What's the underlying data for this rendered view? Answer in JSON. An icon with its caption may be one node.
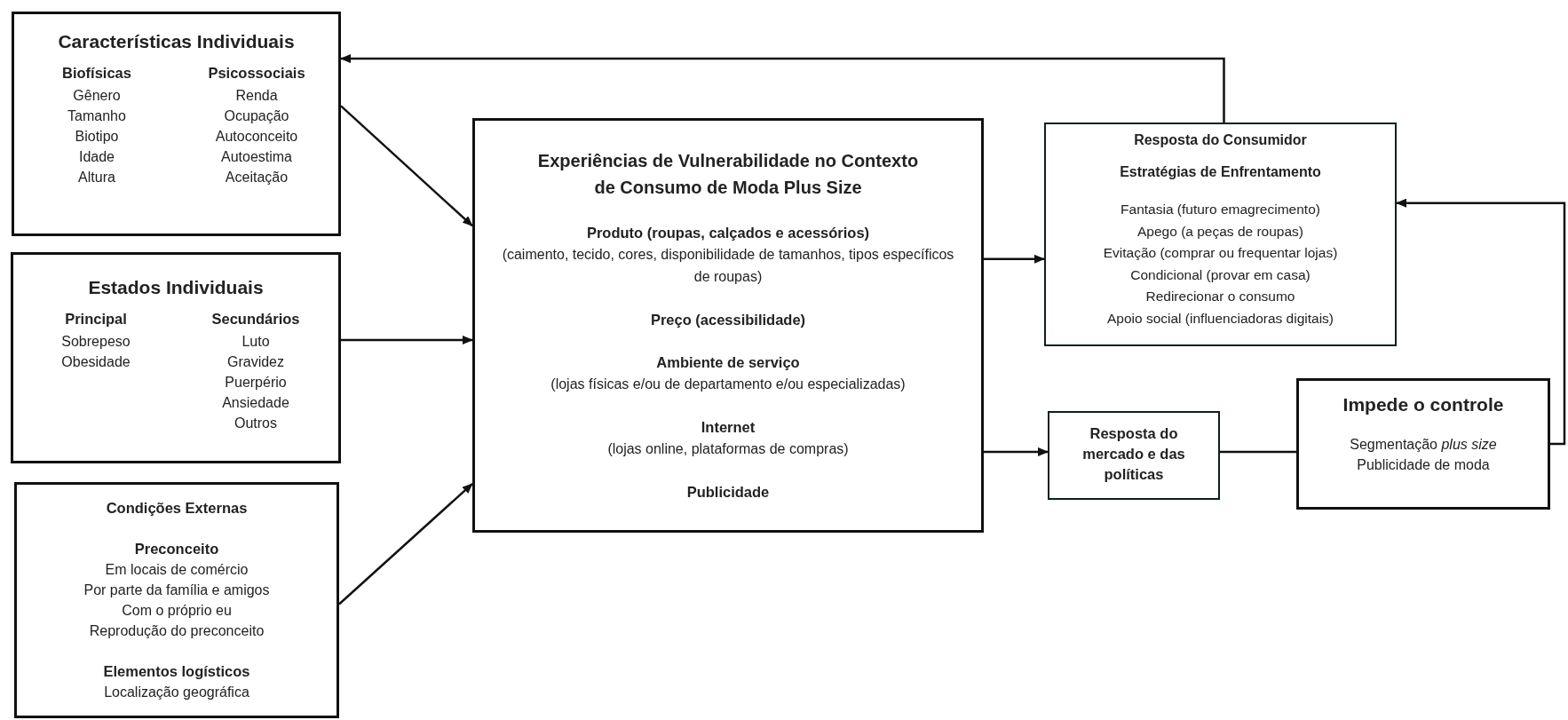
{
  "diagram": {
    "nodes": [
      {
        "text": [
          "Características Individuais",
          "Biofísicas",
          "Gênero",
          "Tamanho",
          "Biotipo",
          "Idade",
          "Altura",
          "Psicossociais",
          "Renda",
          "Ocupação",
          "Autoconceito",
          "Autoestima",
          "Aceitação"
        ]
      },
      {
        "text": [
          "Estados Individuais",
          "Principal",
          "Sobrepeso",
          "Obesidade",
          "Secundários",
          "Luto",
          "Gravidez",
          "Puerpério",
          "Ansiedade",
          "Outros"
        ]
      },
      {
        "text": [
          "Condições Externas",
          "Preconceito",
          "Em locais de comércio",
          "Por parte da família e amigos",
          "Com o próprio eu",
          "Reprodução do preconceito",
          "Elementos logísticos",
          "Localização geográfica"
        ]
      },
      {
        "text": [
          "Experiências de Vulnerabilidade no Contexto de Consumo de Moda Plus Size",
          "Produto (roupas, calçados e acessórios)",
          "(caimento, tecido, cores, disponibilidade de tamanhos, tipos específicos de roupas)",
          "Preço (acessibilidade)",
          "Ambiente de serviço",
          "(lojas físicas e/ou de departamento e/ou especializadas)",
          "Internet",
          "(lojas online, plataformas de compras)",
          "Publicidade"
        ]
      },
      {
        "text": [
          "Resposta do Consumidor",
          "Estratégias de Enfrentamento",
          "Fantasia (futuro emagrecimento)",
          "Apego (a peças de roupas)",
          "Evitação (comprar ou frequentar lojas)",
          "Condicional (provar em casa)",
          "Redirecionar o consumo",
          "Apoio social (influenciadoras digitais)"
        ]
      },
      {
        "text": [
          "Resposta do mercado e das políticas"
        ]
      },
      {
        "text": [
          "Impede o controle",
          "Segmentação *plus size*",
          "Publicidade de moda"
        ]
      }
    ],
    "edges": [
      {
        "from": 0,
        "to": 3,
        "arrow": "to"
      },
      {
        "from": 1,
        "to": 3,
        "arrow": "to"
      },
      {
        "from": 2,
        "to": 3,
        "arrow": "to"
      },
      {
        "from": 3,
        "to": 4,
        "arrow": "to"
      },
      {
        "from": 3,
        "to": 5,
        "arrow": "to"
      },
      {
        "from": 5,
        "to": 6,
        "arrow": "none"
      },
      {
        "from": 6,
        "to": 4,
        "arrow": "to"
      },
      {
        "from": 4,
        "to": 0,
        "arrow": "to"
      }
    ]
  }
}
